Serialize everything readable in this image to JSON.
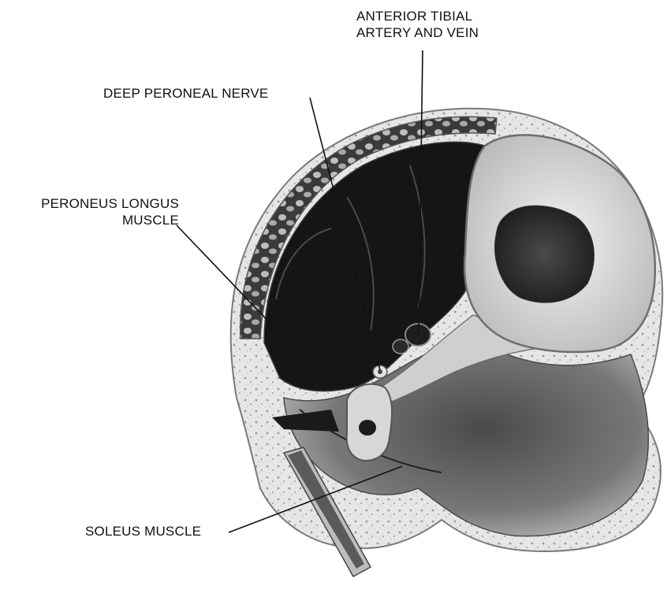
{
  "labels": {
    "anterior_tibial": {
      "line1": "ANTERIOR TIBIAL",
      "line2": "ARTERY AND VEIN"
    },
    "deep_peroneal_nerve": "DEEP PERONEAL NERVE",
    "peroneus_longus": {
      "line1": "PERONEUS LONGUS",
      "line2": "MUSCLE"
    },
    "soleus": "SOLEUS MUSCLE"
  },
  "colors": {
    "background": "#ffffff",
    "ink": "#111111",
    "muscle_dark": "#141414",
    "bone_light": "#d9d9d9",
    "marrow": "#2a2a2a",
    "skin_edge": "#8a8a8a"
  }
}
